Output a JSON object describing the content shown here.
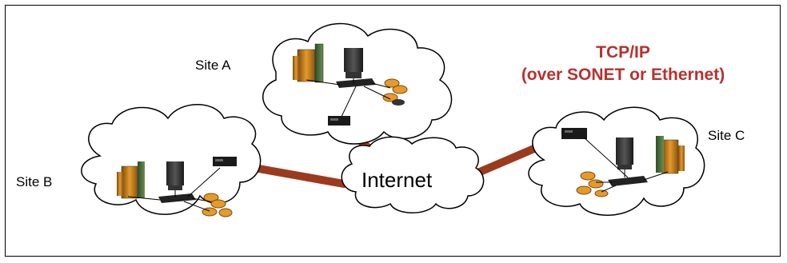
{
  "diagram": {
    "sites": {
      "a": {
        "label": "Site A"
      },
      "b": {
        "label": "Site B"
      },
      "c": {
        "label": "Site C"
      }
    },
    "internet": {
      "label": "Internet"
    },
    "protocol": {
      "line1": "TCP/IP",
      "line2": "(over SONET or Ethernet)"
    },
    "colors": {
      "link": "#9c3a1e",
      "protocol_text": "#b8312f",
      "cloud_stroke": "#000000"
    }
  }
}
